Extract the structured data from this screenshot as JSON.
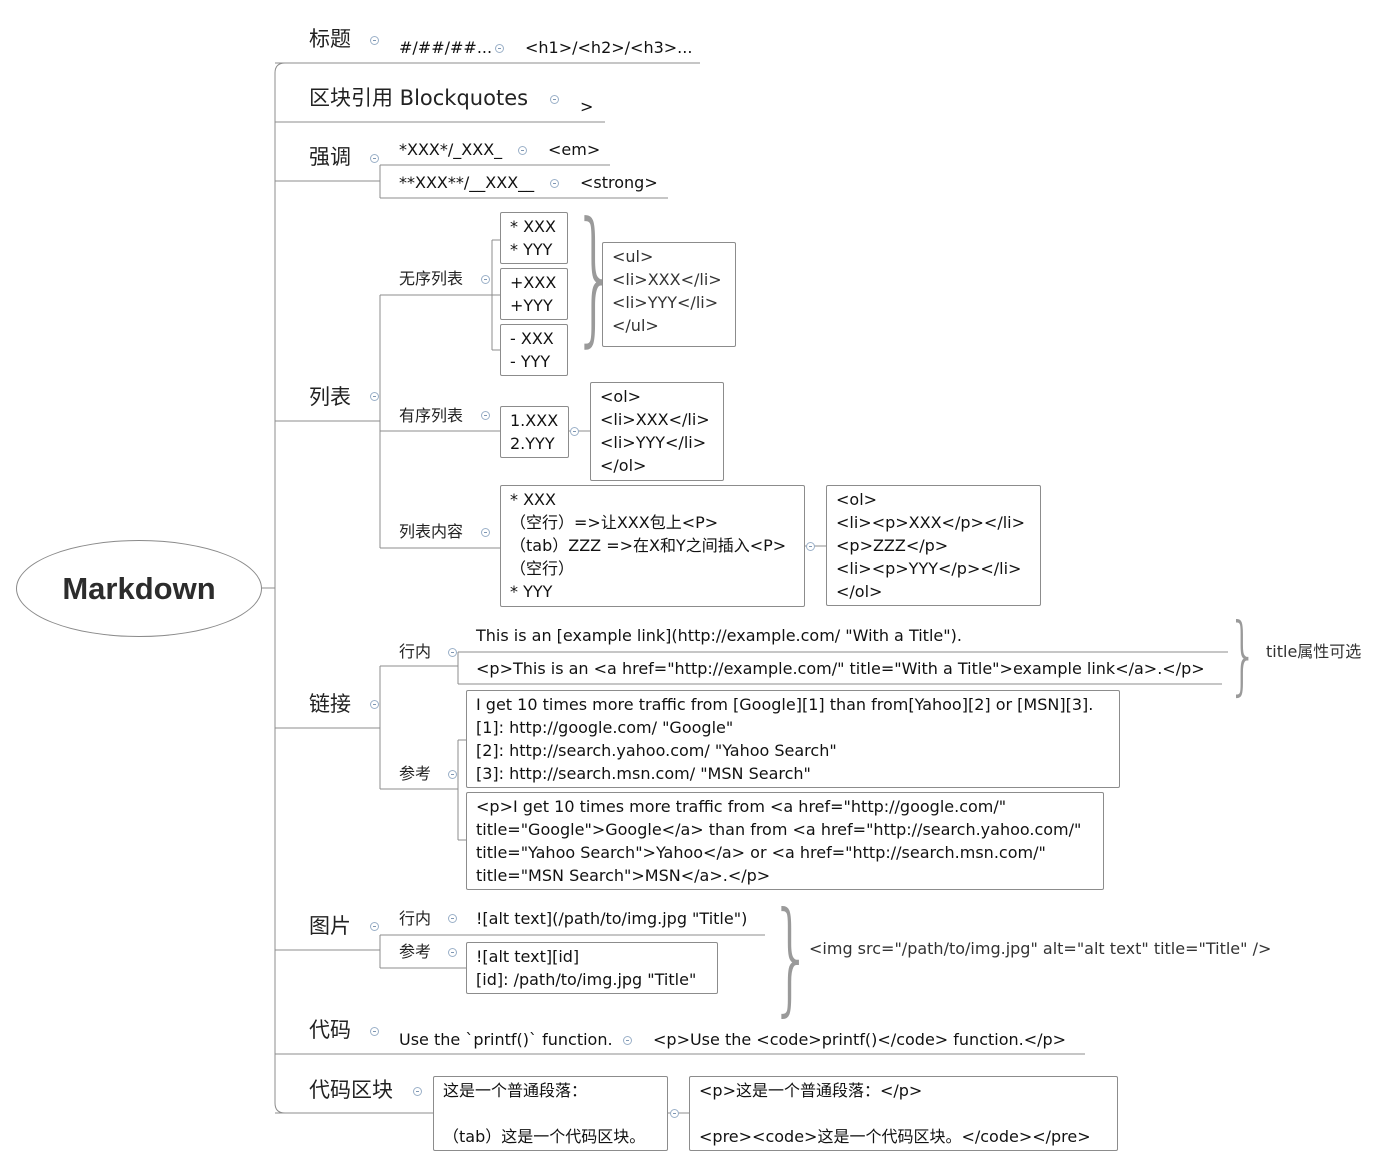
{
  "root": {
    "label": "Markdown"
  },
  "headings": {
    "label": "标题",
    "syntax": "#/##/##...",
    "html": "<h1>/<h2>/<h3>..."
  },
  "blockquote": {
    "label": "区块引用 Blockquotes",
    "syntax": ">"
  },
  "emphasis": {
    "label": "强调",
    "em_syntax": "*XXX*/_XXX_",
    "em_html": "<em>",
    "strong_syntax": "**XXX**/__XXX__",
    "strong_html": "<strong>"
  },
  "lists": {
    "label": "列表",
    "unordered": {
      "label": "无序列表",
      "variants": [
        [
          "* XXX",
          "* YYY"
        ],
        [
          "+XXX",
          "+YYY"
        ],
        [
          "- XXX",
          "- YYY"
        ]
      ],
      "html": [
        "<ul>",
        "<li>XXX</li>",
        "<li>YYY</li>",
        "</ul>"
      ]
    },
    "ordered": {
      "label": "有序列表",
      "syntax": [
        "1.XXX",
        "2.YYY"
      ],
      "html": [
        "<ol>",
        "<li>XXX</li>",
        "<li>YYY</li>",
        "</ol>"
      ]
    },
    "content": {
      "label": "列表内容",
      "syntax": [
        "* XXX",
        "（空行）=>让XXX包上<P>",
        "（tab）ZZZ =>在X和Y之间插入<P>",
        "（空行）",
        "* YYY"
      ],
      "html": [
        "<ol>",
        "<li><p>XXX</p></li>",
        "<p>ZZZ</p>",
        "<li><p>YYY</p></li>",
        "</ol>"
      ]
    }
  },
  "links": {
    "label": "链接",
    "inline": {
      "label": "行内",
      "syntax": "This is an [example link](http://example.com/ \"With a Title\").",
      "html": "<p>This is an <a href=\"http://example.com/\" title=\"With a Title\">example link</a>.</p>",
      "note": "title属性可选"
    },
    "reference": {
      "label": "参考",
      "syntax": [
        "I get 10 times more traffic from [Google][1] than from[Yahoo][2] or [MSN][3].",
        "[1]: http://google.com/ \"Google\"",
        "[2]: http://search.yahoo.com/ \"Yahoo Search\"",
        "[3]: http://search.msn.com/ \"MSN Search\""
      ],
      "html": [
        "<p>I get 10 times more traffic from <a href=\"http://google.com/\"",
        "title=\"Google\">Google</a> than from <a href=\"http://search.yahoo.com/\"",
        "title=\"Yahoo Search\">Yahoo</a> or <a href=\"http://search.msn.com/\"",
        "title=\"MSN Search\">MSN</a>.</p>"
      ]
    }
  },
  "images": {
    "label": "图片",
    "inline_label": "行内",
    "inline_syntax": "![alt text](/path/to/img.jpg \"Title\")",
    "ref_label": "参考",
    "ref_syntax": [
      "![alt text][id]",
      "[id]: /path/to/img.jpg \"Title\""
    ],
    "html": "<img src=\"/path/to/img.jpg\" alt=\"alt text\" title=\"Title\" />"
  },
  "code": {
    "label": "代码",
    "syntax": "Use the `printf()` function.",
    "html": "<p>Use the <code>printf()</code> function.</p>"
  },
  "code_block": {
    "label": "代码区块",
    "syntax": [
      "这是一个普通段落：",
      "",
      "（tab）这是一个代码区块。"
    ],
    "html": [
      "<p>这是一个普通段落：</p>",
      "",
      "<pre><code>这是一个代码区块。</code></pre>"
    ]
  }
}
